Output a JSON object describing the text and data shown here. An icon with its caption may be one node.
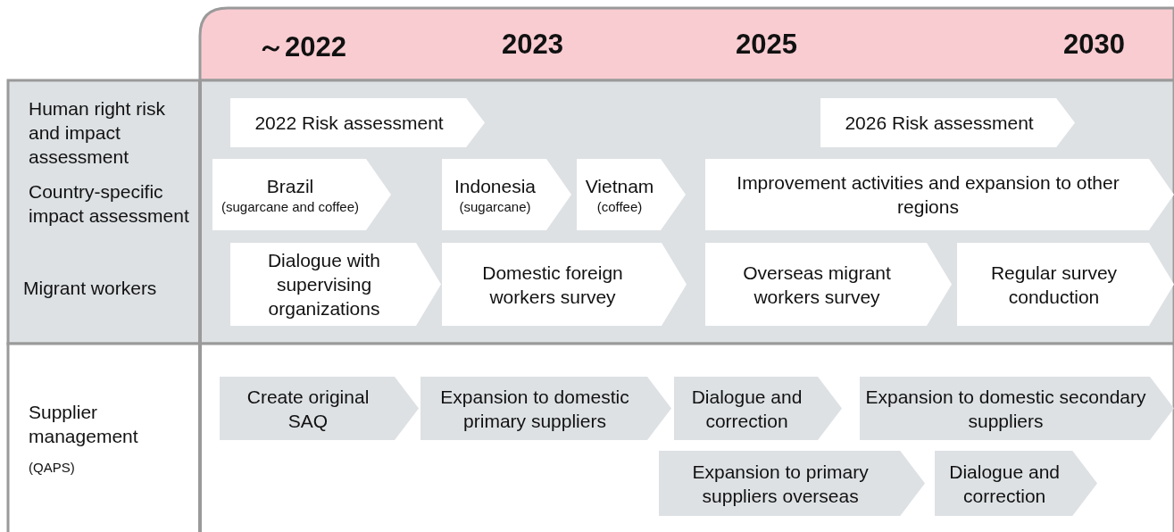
{
  "diagram": {
    "nodes": [
      {
        "text": [
          "2022 Risk assessment"
        ]
      },
      {
        "text": [
          "2026 Risk assessment"
        ]
      },
      {
        "text": [
          "Brazil",
          "(sugarcane and coffee)"
        ]
      },
      {
        "text": [
          "Indonesia",
          "(sugarcane)"
        ]
      },
      {
        "text": [
          "Vietnam",
          "(coffee)"
        ]
      },
      {
        "text": [
          "Improvement activities and expansion to other regions"
        ]
      },
      {
        "text": [
          "Dialogue with supervising organizations"
        ]
      },
      {
        "text": [
          "Domestic foreign workers survey"
        ]
      },
      {
        "text": [
          "Overseas migrant workers survey"
        ]
      },
      {
        "text": [
          "Regular survey conduction"
        ]
      },
      {
        "text": [
          "Create original SAQ"
        ]
      },
      {
        "text": [
          "Expansion to domestic primary suppliers"
        ]
      },
      {
        "text": [
          "Dialogue and correction"
        ]
      },
      {
        "text": [
          "Expansion to domestic secondary suppliers"
        ]
      },
      {
        "text": [
          "Expansion to primary suppliers overseas"
        ]
      },
      {
        "text": [
          "Dialogue and correction"
        ]
      }
    ],
    "edges": [],
    "labels": [
      "～2022",
      "2023",
      "2025",
      "2030",
      "Human right risk and impact assessment",
      "Country-specific impact assessment",
      "Migrant workers",
      "Supplier management",
      "(QAPS)"
    ]
  }
}
